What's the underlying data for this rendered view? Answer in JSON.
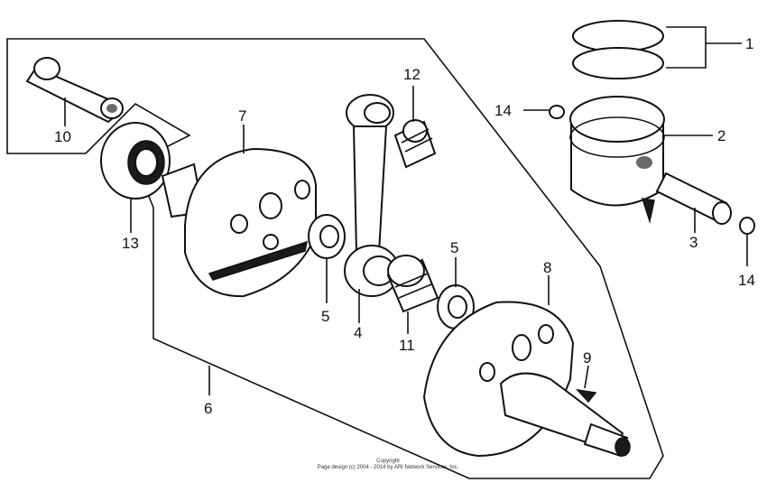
{
  "diagram": {
    "callouts": {
      "c1": "1",
      "c2": "2",
      "c3": "3",
      "c4": "4",
      "c5a": "5",
      "c5b": "5",
      "c6": "6",
      "c7": "7",
      "c8": "8",
      "c9": "9",
      "c10": "10",
      "c11": "11",
      "c12": "12",
      "c13": "13",
      "c14a": "14",
      "c14b": "14"
    },
    "copyright_line1": "Copyright",
    "copyright_line2": "Page design (c) 2004 - 2014 by ARI Network Services, Inc."
  }
}
